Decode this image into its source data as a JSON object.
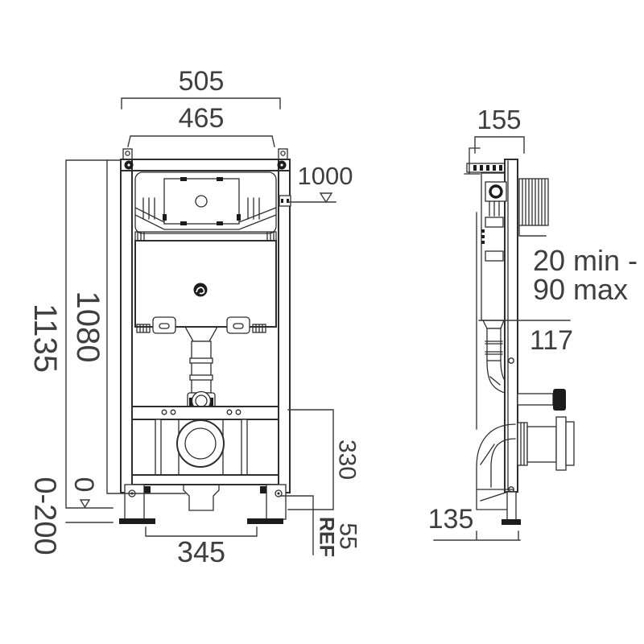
{
  "drawing": {
    "type": "technical-installation-diagram",
    "subject": "wall-mounted concealed cistern WC frame, front and side elevation",
    "units_implied": "mm",
    "colors": {
      "background": "#ffffff",
      "line": "#2e2e2e",
      "text": "#3f3f3f",
      "solid_fill": "#1c1c1c"
    }
  },
  "front_view": {
    "dim_overall_width": "505",
    "dim_fixing_width": "465",
    "dim_level_height": "1000",
    "dim_overall_height": "1135",
    "dim_frame_height": "1080",
    "dim_floor_zero": "0",
    "dim_leg_adjust_range": "0-200",
    "dim_base_width": "345",
    "dim_outlet_height": "330",
    "dim_ref_value": "55",
    "dim_ref_label": "REF"
  },
  "side_view": {
    "dim_frame_depth": "155",
    "dim_finish_range_line1": "20 min -",
    "dim_finish_range_line2": "90 max",
    "dim_outlet_projection": "117",
    "dim_base_depth": "135"
  }
}
